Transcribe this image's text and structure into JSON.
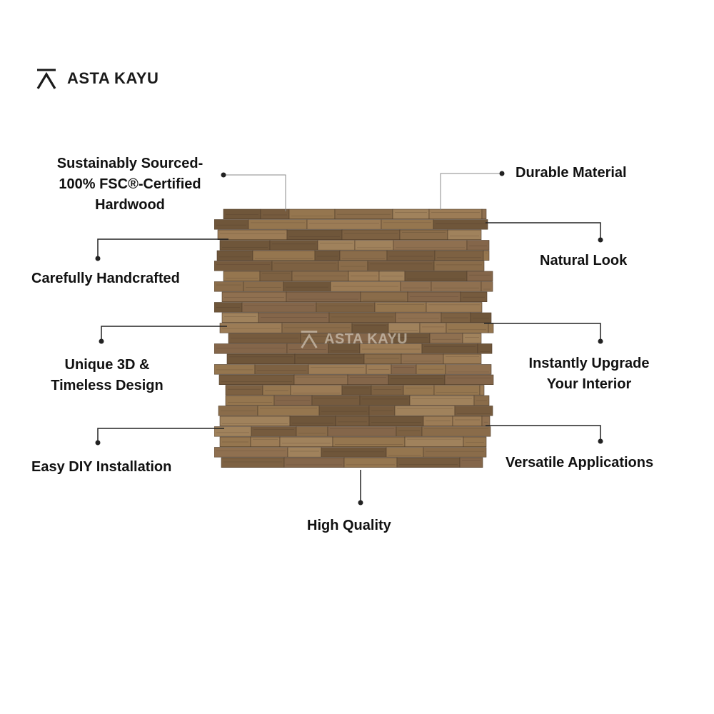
{
  "brand": {
    "name": "ASTA KAYU",
    "logo_icon": "asta-kayu-peak-logo",
    "watermark": "ASTA KAYU"
  },
  "features": {
    "sustainably_sourced": [
      "Sustainably Sourced-",
      "100% FSC®-Certified",
      "Hardwood"
    ],
    "durable_material": "Durable Material",
    "carefully_handcrafted": "Carefully Handcrafted",
    "natural_look": "Natural Look",
    "unique_3d": [
      "Unique 3D &",
      "Timeless Design"
    ],
    "instantly_upgrade": [
      "Instantly Upgrade",
      "Your Interior"
    ],
    "easy_diy": "Easy DIY Installation",
    "versatile_applications": "Versatile Applications",
    "high_quality": "High Quality"
  },
  "colors": {
    "background": "#ffffff",
    "text": "#111111",
    "leader_line": "#888888",
    "wood_base": "#8a6c4a"
  }
}
